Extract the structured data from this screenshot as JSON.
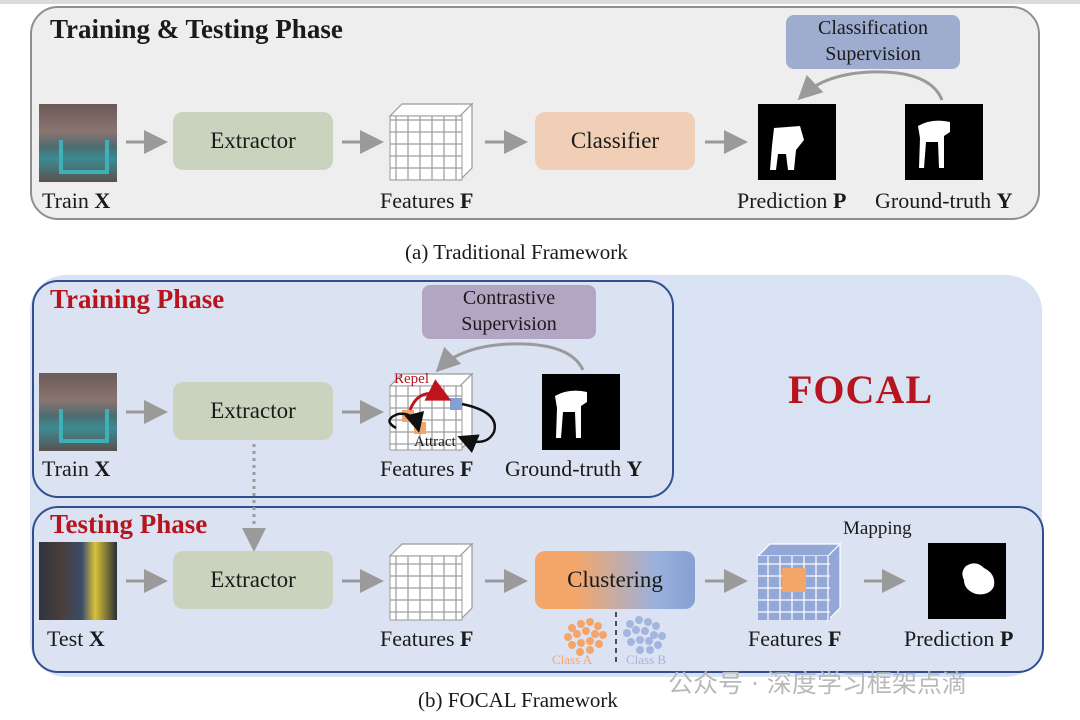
{
  "panel_a": {
    "title": "Training & Testing Phase",
    "supervision": [
      "Classification",
      "Supervision"
    ],
    "extractor": "Extractor",
    "classifier": "Classifier",
    "train_label": "Train",
    "train_var": "X",
    "features_label": "Features",
    "features_var": "F",
    "prediction_label": "Prediction",
    "prediction_var": "P",
    "gt_label": "Ground-truth",
    "gt_var": "Y",
    "caption": "(a) Traditional Framework"
  },
  "panel_b": {
    "brand": "FOCAL",
    "training": {
      "title": "Training Phase",
      "supervision": [
        "Contrastive",
        "Supervision"
      ],
      "extractor": "Extractor",
      "repel": "Repel",
      "attract": "Attract",
      "train_label": "Train",
      "train_var": "X",
      "features_label": "Features",
      "features_var": "F",
      "gt_label": "Ground-truth",
      "gt_var": "Y"
    },
    "testing": {
      "title": "Testing Phase",
      "extractor": "Extractor",
      "clustering": "Clustering",
      "mapping": "Mapping",
      "test_label": "Test",
      "test_var": "X",
      "features_label": "Features",
      "features_var": "F",
      "features2_label": "Features",
      "features2_var": "F",
      "prediction_label": "Prediction",
      "prediction_var": "P",
      "class_a": "Class A",
      "class_b": "Class B"
    },
    "caption": "(b) FOCAL Framework"
  },
  "watermark": "公众号 · 深度学习框架点滴",
  "colors": {
    "red": "#b8141d",
    "blue_border": "#2f4f8f",
    "extractor": "#c9d3bd",
    "classifier": "#f0cfb6",
    "orange": "#f4a66a",
    "blue": "#86a0d4"
  }
}
